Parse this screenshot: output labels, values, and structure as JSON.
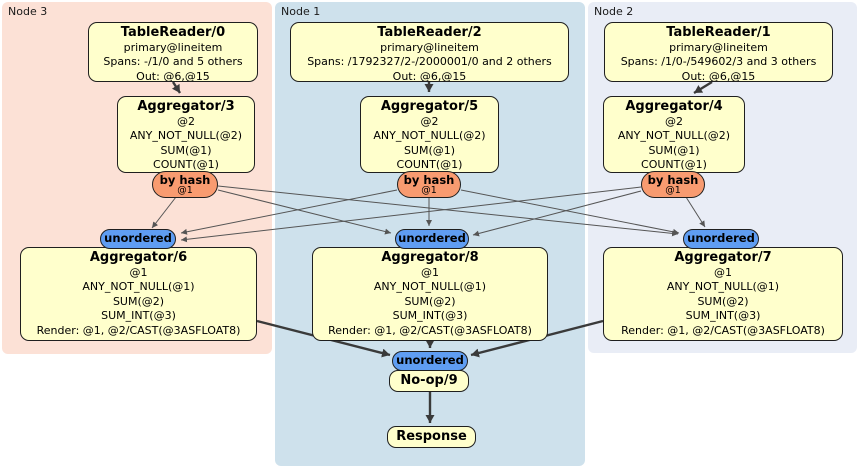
{
  "diagram": {
    "nodes": [
      {
        "label": "Node 3",
        "color": "#fce1d6"
      },
      {
        "label": "Node 1",
        "color": "#cee1ec"
      },
      {
        "label": "Node 2",
        "color": "#e9edf6"
      }
    ],
    "processors": {
      "tr0": {
        "title": "TableReader/0",
        "lines": [
          "primary@lineitem",
          "Spans: -/1/0 and 5 others",
          "Out: @6,@15"
        ]
      },
      "agg3": {
        "title": "Aggregator/3",
        "lines": [
          "@2",
          "ANY_NOT_NULL(@2)",
          "SUM(@1)",
          "COUNT(@1)"
        ]
      },
      "agg6": {
        "title": "Aggregator/6",
        "lines": [
          "@1",
          "ANY_NOT_NULL(@1)",
          "SUM(@2)",
          "SUM_INT(@3)",
          "Render: @1, @2/CAST(@3ASFLOAT8)"
        ]
      },
      "tr2": {
        "title": "TableReader/2",
        "lines": [
          "primary@lineitem",
          "Spans: /1792327/2-/2000001/0 and 2 others",
          "Out: @6,@15"
        ]
      },
      "agg5": {
        "title": "Aggregator/5",
        "lines": [
          "@2",
          "ANY_NOT_NULL(@2)",
          "SUM(@1)",
          "COUNT(@1)"
        ]
      },
      "agg8": {
        "title": "Aggregator/8",
        "lines": [
          "@1",
          "ANY_NOT_NULL(@1)",
          "SUM(@2)",
          "SUM_INT(@3)",
          "Render: @1, @2/CAST(@3ASFLOAT8)"
        ]
      },
      "tr1": {
        "title": "TableReader/1",
        "lines": [
          "primary@lineitem",
          "Spans: /1/0-/549602/3 and 3 others",
          "Out: @6,@15"
        ]
      },
      "agg4": {
        "title": "Aggregator/4",
        "lines": [
          "@2",
          "ANY_NOT_NULL(@2)",
          "SUM(@1)",
          "COUNT(@1)"
        ]
      },
      "agg7": {
        "title": "Aggregator/7",
        "lines": [
          "@1",
          "ANY_NOT_NULL(@1)",
          "SUM(@2)",
          "SUM_INT(@3)",
          "Render: @1, @2/CAST(@3ASFLOAT8)"
        ]
      },
      "noop": {
        "title": "No-op/9"
      },
      "response": {
        "title": "Response"
      }
    },
    "routers": {
      "hash": {
        "label": "by hash",
        "detail": "@1"
      },
      "unordered": {
        "label": "unordered"
      }
    },
    "edge_colors": {
      "thin": "#555555",
      "thick": "#3a3a3a"
    },
    "box_color": "#ffffcc",
    "hash_color": "#f89b70",
    "unordered_color": "#5f9df2"
  }
}
